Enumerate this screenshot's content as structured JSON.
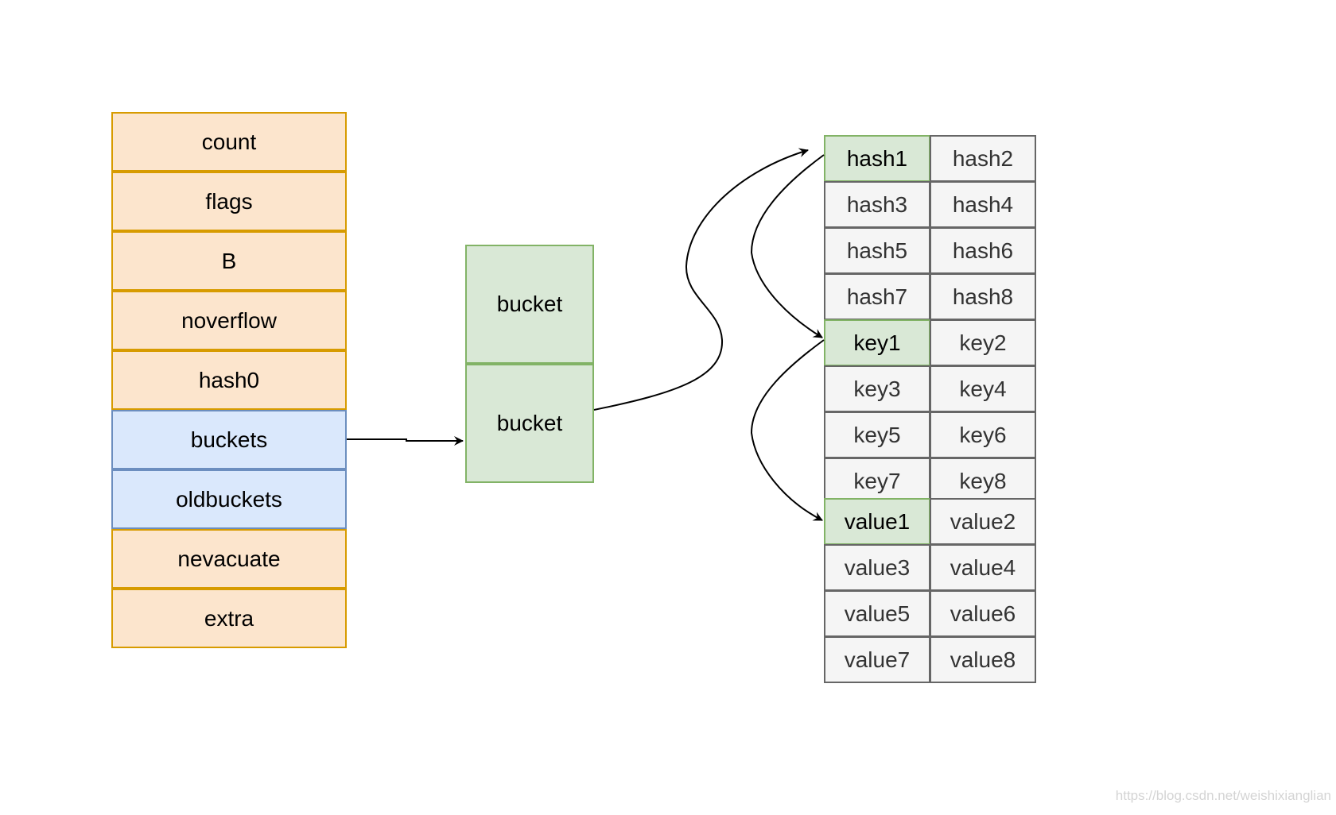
{
  "hmap_fields": [
    {
      "label": "count",
      "color": "orange"
    },
    {
      "label": "flags",
      "color": "orange"
    },
    {
      "label": "B",
      "color": "orange"
    },
    {
      "label": "noverflow",
      "color": "orange"
    },
    {
      "label": "hash0",
      "color": "orange"
    },
    {
      "label": "buckets",
      "color": "blue"
    },
    {
      "label": "oldbuckets",
      "color": "blue"
    },
    {
      "label": "nevacuate",
      "color": "orange"
    },
    {
      "label": "extra",
      "color": "orange"
    }
  ],
  "buckets": [
    "bucket",
    "bucket"
  ],
  "bucket_grid": [
    [
      "hash1",
      "hash2"
    ],
    [
      "hash3",
      "hash4"
    ],
    [
      "hash5",
      "hash6"
    ],
    [
      "hash7",
      "hash8"
    ],
    [
      "key1",
      "key2"
    ],
    [
      "key3",
      "key4"
    ],
    [
      "key5",
      "key6"
    ],
    [
      "key7",
      "key8"
    ],
    [
      "value1",
      "value2"
    ],
    [
      "value3",
      "value4"
    ],
    [
      "value5",
      "value6"
    ],
    [
      "value7",
      "value8"
    ]
  ],
  "highlighted_cells": [
    "hash1",
    "key1",
    "value1"
  ],
  "colors": {
    "orange_fill": "#fce5cd",
    "orange_stroke": "#d79b00",
    "blue_fill": "#dae8fc",
    "blue_stroke": "#6c8ebf",
    "green_fill": "#d9e8d6",
    "green_stroke": "#82b366",
    "gray_fill": "#f5f5f5",
    "gray_stroke": "#666666"
  },
  "watermark": "https://blog.csdn.net/weishixianglian"
}
